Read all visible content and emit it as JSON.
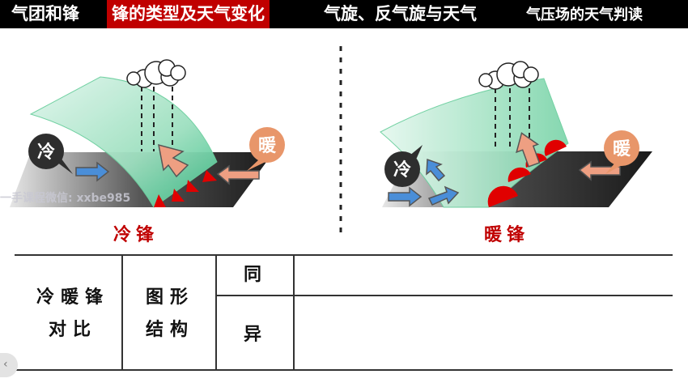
{
  "tabs": [
    {
      "label": "气团和锋",
      "active": false
    },
    {
      "label": "锋的类型及天气变化",
      "active": true
    },
    {
      "label": "气旋、反气旋与天气",
      "active": false
    },
    {
      "label": "气压场的天气判读",
      "active": false
    }
  ],
  "diagram": {
    "left": {
      "cold_label": "冷",
      "warm_label": "暖",
      "title": "冷锋"
    },
    "right": {
      "cold_label": "冷",
      "warm_label": "暖",
      "title": "暖锋"
    }
  },
  "watermark": "一手课程微信: xxbe985",
  "table": {
    "col1": [
      "冷暖锋",
      "对比"
    ],
    "col2": [
      "图形",
      "结构"
    ],
    "same_label": "同",
    "diff_label": "异"
  },
  "colors": {
    "active_tab": "#c00000",
    "cold_bubble": "#333333",
    "warm_bubble": "#e8966a",
    "front_red": "#e00000"
  }
}
